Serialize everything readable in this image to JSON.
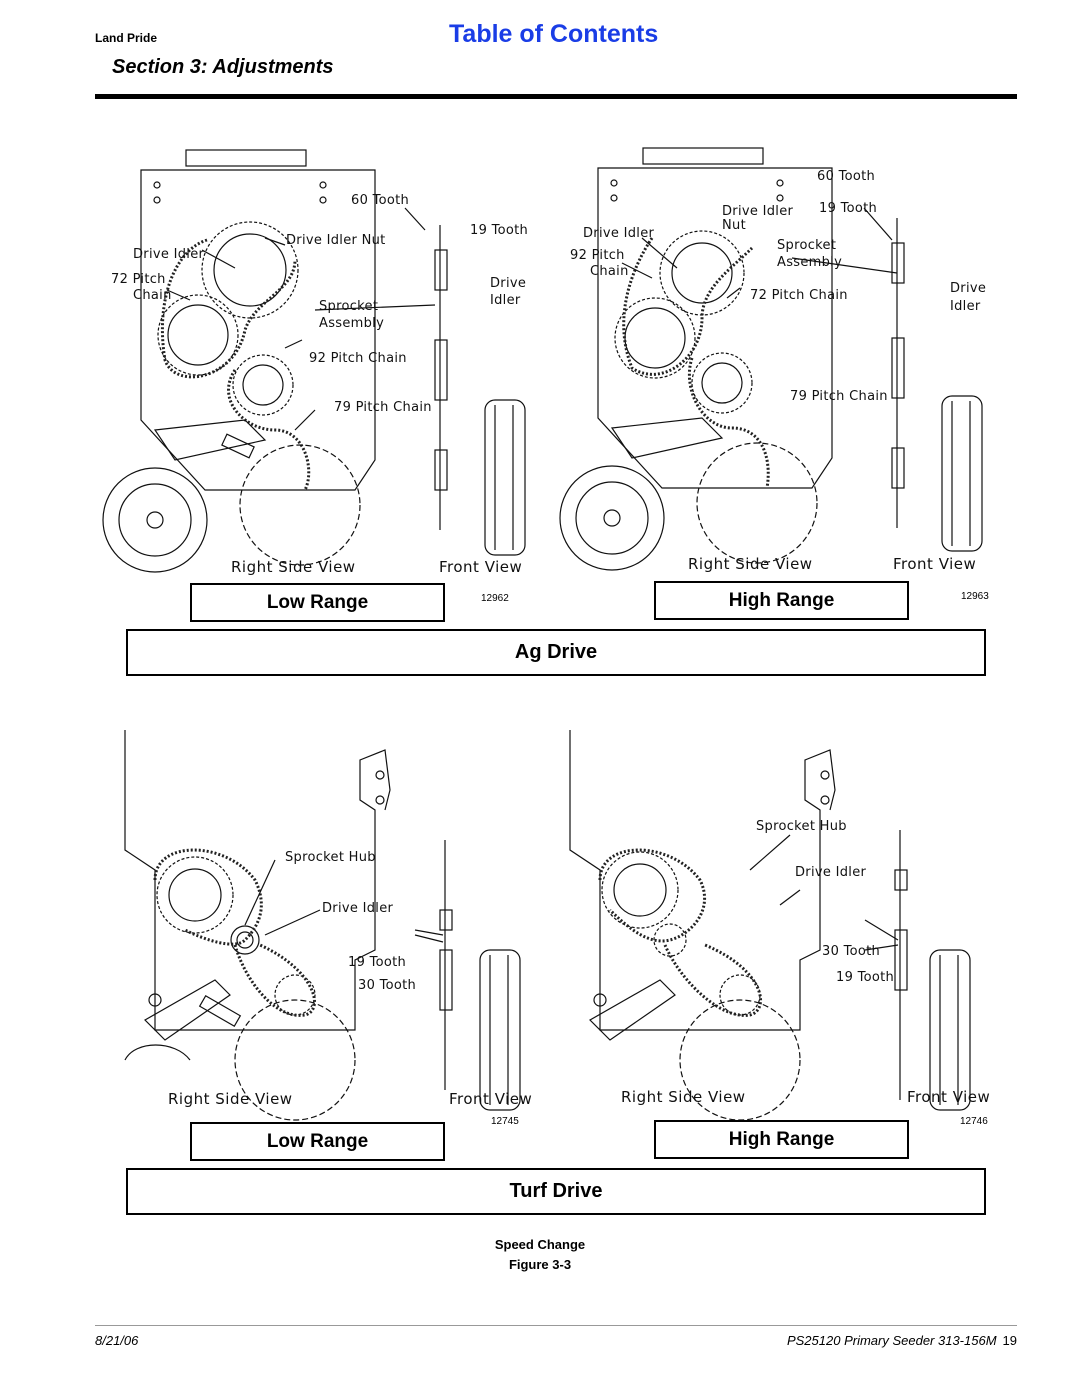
{
  "header": {
    "brand": "Land Pride",
    "toc_link": "Table of Contents",
    "section": "Section 3: Adjustments"
  },
  "ag": {
    "low": {
      "title": "Low Range",
      "fignum": "12962",
      "labels": {
        "tooth60": "60 Tooth",
        "idler_nut": "Drive Idler Nut",
        "tooth19": "19 Tooth",
        "drive_idler": "Drive Idler",
        "pitch72": "72 Pitch",
        "chain": "Chain",
        "drive": "Drive",
        "idler": "Idler",
        "sprocket": "Sprocket",
        "assembly": "Assembly",
        "pitch92": "92 Pitch Chain",
        "pitch79": "79 Pitch Chain",
        "right_side": "Right Side View",
        "front": "Front View"
      }
    },
    "high": {
      "title": "High Range",
      "fignum": "12963",
      "labels": {
        "tooth60": "60 Tooth",
        "drive_idler": "Drive Idler",
        "nut": "Nut",
        "tooth19": "19 Tooth",
        "drive_idler2": "Drive Idler",
        "pitch92": "92 Pitch",
        "chain": "Chain",
        "sprocket": "Sprocket",
        "assembly": "Assembly",
        "pitch72": "72 Pitch Chain",
        "drive": "Drive",
        "idler": "Idler",
        "pitch79": "79 Pitch Chain",
        "right_side": "Right Side View",
        "front": "Front View"
      }
    },
    "banner": "Ag Drive"
  },
  "turf": {
    "low": {
      "title": "Low Range",
      "fignum": "12745",
      "labels": {
        "sprocket_hub": "Sprocket Hub",
        "drive_idler": "Drive Idler",
        "tooth19": "19 Tooth",
        "tooth30": "30 Tooth",
        "right_side": "Right Side View",
        "front": "Front View"
      }
    },
    "high": {
      "title": "High Range",
      "fignum": "12746",
      "labels": {
        "sprocket_hub": "Sprocket Hub",
        "drive_idler": "Drive Idler",
        "tooth30": "30 Tooth",
        "tooth19": "19 Tooth",
        "right_side": "Right Side View",
        "front": "Front View"
      }
    },
    "banner": "Turf Drive"
  },
  "caption": {
    "title": "Speed Change",
    "figure": "Figure 3-3"
  },
  "footer": {
    "date": "8/21/06",
    "doc": "PS25120 Primary Seeder  313-156M",
    "page": "19"
  },
  "colors": {
    "toc_link": "#1a3de6",
    "ink": "#000000"
  }
}
